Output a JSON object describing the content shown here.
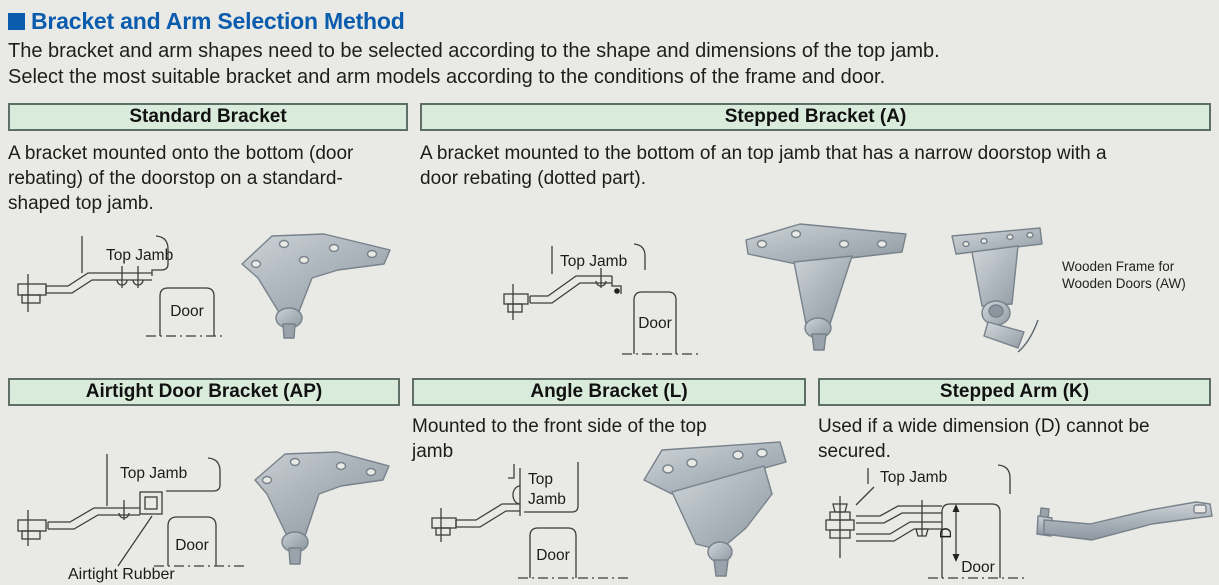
{
  "colors": {
    "accent_blue": "#0b5cad",
    "header_green": "#d9ecdc",
    "header_border": "#5f6e66",
    "page_bg": "#e9e9e6",
    "metal_gray": "#a8b1b8"
  },
  "page": {
    "title": "Bracket and Arm Selection Method",
    "intro_line1": "The bracket and arm shapes need to be selected according to the shape and dimensions of the top jamb.",
    "intro_line2": "Select the most suitable bracket and arm models according to the conditions of the frame and door."
  },
  "sections": {
    "standard": {
      "title": "Standard Bracket",
      "description": "A bracket mounted onto the bottom (door rebating) of the doorstop on a standard-shaped top jamb.",
      "labels": {
        "top_jamb": "Top Jamb",
        "door": "Door"
      }
    },
    "stepped_a": {
      "title": "Stepped Bracket (A)",
      "description": "A bracket mounted to the bottom of an top jamb that has a narrow doorstop with a door rebating (dotted part).",
      "labels": {
        "top_jamb": "Top Jamb",
        "door": "Door"
      },
      "caption_line1": "Wooden Frame for",
      "caption_line2": "Wooden Doors (AW)"
    },
    "airtight": {
      "title": "Airtight Door Bracket (AP)",
      "labels": {
        "top_jamb": "Top Jamb",
        "door": "Door",
        "airtight_rubber": "Airtight Rubber"
      }
    },
    "angle": {
      "title": "Angle Bracket (L)",
      "description": "Mounted to the front side of the top jamb",
      "labels": {
        "top": "Top",
        "jamb": "Jamb",
        "door": "Door"
      }
    },
    "stepped_k": {
      "title": "Stepped Arm (K)",
      "description": "Used if a wide dimension (D) cannot be secured.",
      "labels": {
        "top_jamb": "Top Jamb",
        "door": "Door",
        "dimension": "D"
      }
    }
  }
}
